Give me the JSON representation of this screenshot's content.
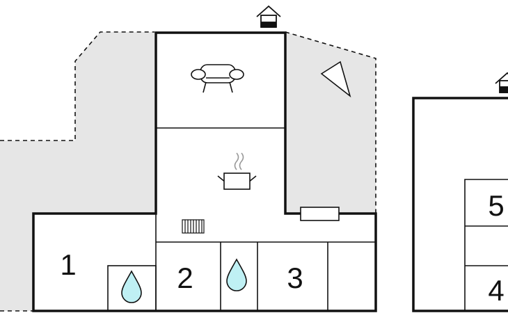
{
  "colors": {
    "wall": "#111111",
    "terrace": "#e6e6e6",
    "water": "#bff0f4"
  },
  "rooms": [
    {
      "id": "room-1",
      "label": "1"
    },
    {
      "id": "room-2",
      "label": "2"
    },
    {
      "id": "room-3",
      "label": "3"
    },
    {
      "id": "room-4",
      "label": "4"
    },
    {
      "id": "room-5",
      "label": "5"
    }
  ],
  "icons": {
    "entrance": "house-entrance-icon",
    "living": "sofa-icon",
    "kitchen": "cooking-pot-icon",
    "bath": "water-drop-icon",
    "heater": "radiator-icon",
    "compass": "north-arrow-icon"
  }
}
